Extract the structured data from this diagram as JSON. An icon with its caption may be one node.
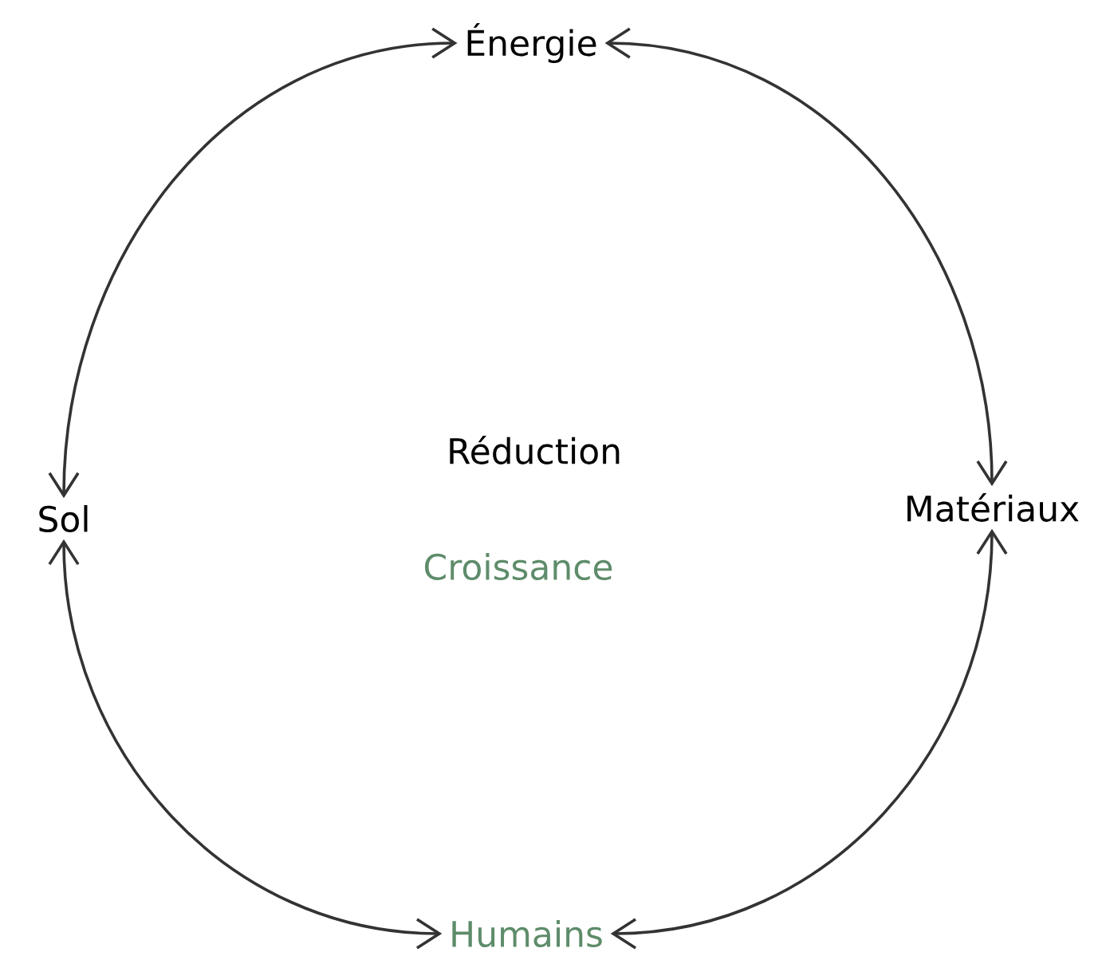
{
  "diagram": {
    "nodes": [
      {
        "text": [
          "Énergie"
        ]
      },
      {
        "text": [
          "Sol"
        ]
      },
      {
        "text": [
          "Matériaux"
        ]
      },
      {
        "text": [
          "Humains"
        ]
      }
    ],
    "edges": [
      {
        "from": 0,
        "to": 1,
        "arrow": "both"
      },
      {
        "from": 0,
        "to": 2,
        "arrow": "both"
      },
      {
        "from": 1,
        "to": 3,
        "arrow": "both"
      },
      {
        "from": 2,
        "to": 3,
        "arrow": "both"
      }
    ],
    "labels": [
      "Réduction",
      "Croissance"
    ]
  }
}
